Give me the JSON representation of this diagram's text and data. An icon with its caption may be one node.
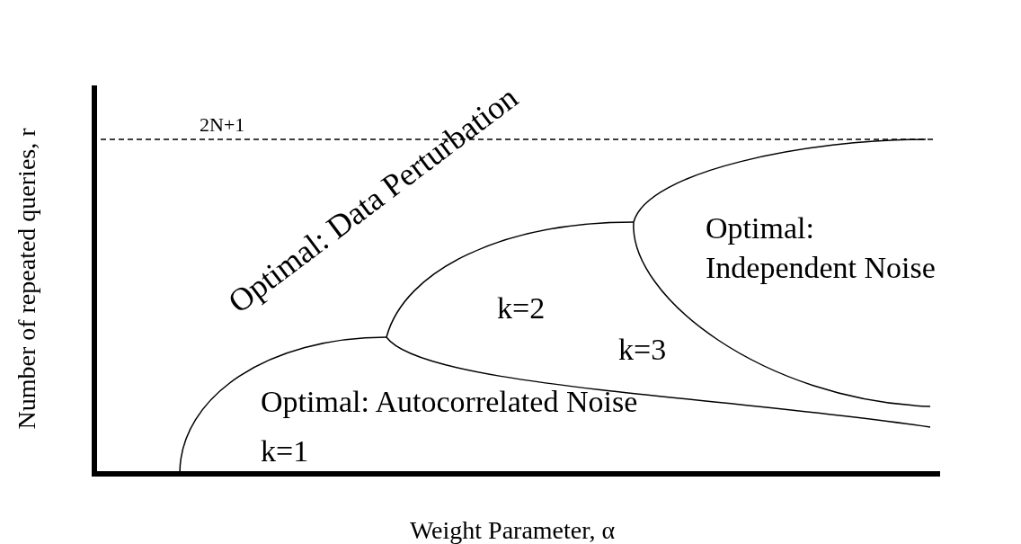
{
  "diagram": {
    "labels": [
      "Number of repeated queries, r",
      "2N+1",
      "Optimal: Data Perturbation",
      "Optimal: Independent Noise",
      "k=2",
      "k=3",
      "Optimal: Autocorrelated Noise",
      "k=1",
      "Weight Parameter, α"
    ]
  }
}
